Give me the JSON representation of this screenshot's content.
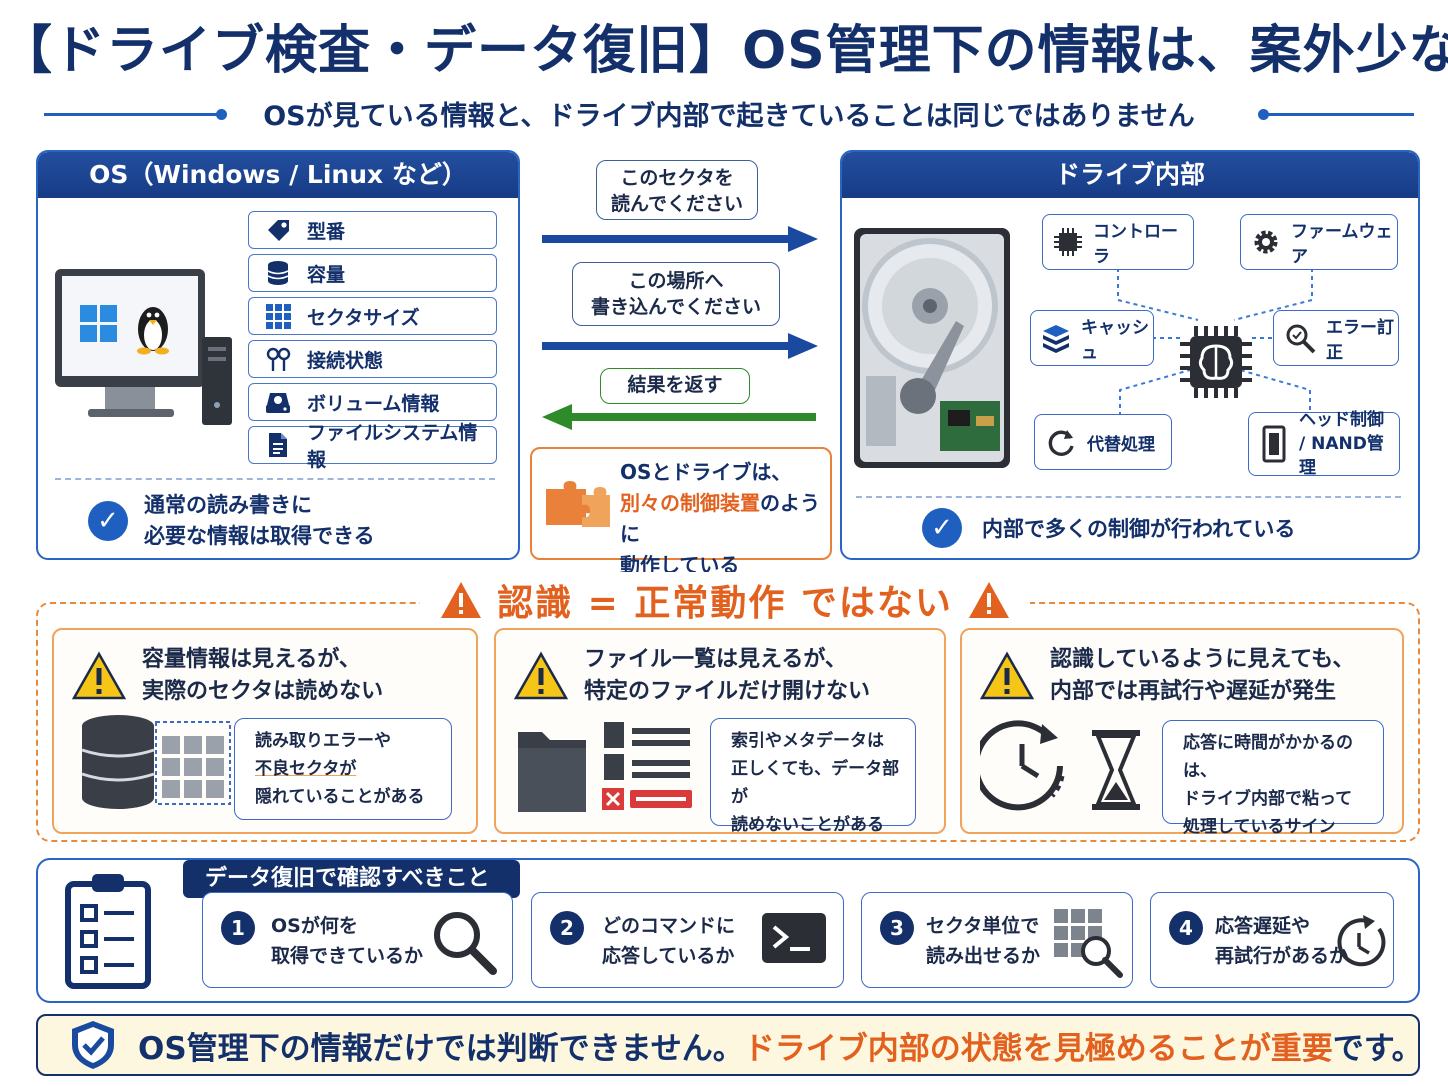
{
  "header": {
    "title": "【ドライブ検査・データ復旧】OS管理下の情報は、案外少ない",
    "subtitle": "OSが見ている情報と、ドライブ内部で起きていることは同じではありません"
  },
  "os_panel": {
    "title": "OS（Windows / Linux など）",
    "items": [
      {
        "label": "型番",
        "icon": "tag-icon"
      },
      {
        "label": "容量",
        "icon": "database-icon"
      },
      {
        "label": "セクタサイズ",
        "icon": "grid-icon"
      },
      {
        "label": "接続状態",
        "icon": "connection-icon"
      },
      {
        "label": "ボリューム情報",
        "icon": "drive-icon"
      },
      {
        "label": "ファイルシステム情報",
        "icon": "document-icon"
      }
    ],
    "check_line1": "通常の読み書きに",
    "check_line2": "必要な情報は取得できる"
  },
  "middle": {
    "req1_line1": "このセクタを",
    "req1_line2": "読んでください",
    "req2_line1": "この場所へ",
    "req2_line2": "書き込んでください",
    "result": "結果を返す",
    "note_line1": "OSとドライブは、",
    "note_em": "別々の制御装置",
    "note_rest": "のように",
    "note_line3": "動作している"
  },
  "drive_panel": {
    "title": "ドライブ内部",
    "nodes": {
      "controller": "コントローラ",
      "firmware": "ファームウェア",
      "cache": "キャッシュ",
      "ecc": "エラー訂正",
      "remap": "代替処理",
      "head_line1": "ヘッド制御",
      "head_line2": "/ NAND管理"
    },
    "check": "内部で多くの制御が行われている"
  },
  "warning": {
    "title": "認識 = 正常動作 ではない",
    "boxes": [
      {
        "head1": "容量情報は見えるが、",
        "head2": "実際のセクタは読めない",
        "b1": "読み取りエラーや",
        "b2": "不良セクタが",
        "b3": "隠れていることがある"
      },
      {
        "head1": "ファイル一覧は見えるが、",
        "head2": "特定のファイルだけ開けない",
        "b1": "索引やメタデータは",
        "b2": "正しくても、データ部が",
        "b3": "読めないことがある"
      },
      {
        "head1": "認識しているように見えても、",
        "head2": "内部では再試行や遅延が発生",
        "b1": "応答に時間がかかるのは、",
        "b2": "ドライブ内部で粘って",
        "b3": "処理しているサイン"
      }
    ]
  },
  "checklist": {
    "tag": "データ復旧で確認すべきこと",
    "steps": [
      {
        "num": "1",
        "line1": "OSが何を",
        "line2": "取得できているか",
        "icon": "search-icon"
      },
      {
        "num": "2",
        "line1": "どのコマンドに",
        "line2": "応答しているか",
        "icon": "terminal-icon"
      },
      {
        "num": "3",
        "line1": "セクタ単位で",
        "line2": "読み出せるか",
        "icon": "sector-search-icon"
      },
      {
        "num": "4",
        "line1": "応答遅延や",
        "line2": "再試行があるか",
        "icon": "timer-icon"
      }
    ]
  },
  "footer": {
    "text": "OS管理下の情報だけでは判断できません。",
    "em": "ドライブ内部の状態を見極めることが重要",
    "tail": "です。"
  },
  "colors": {
    "navy": "#13306b",
    "blue": "#1f5fc0",
    "orange": "#e2611f",
    "green": "#2f8a2a"
  }
}
